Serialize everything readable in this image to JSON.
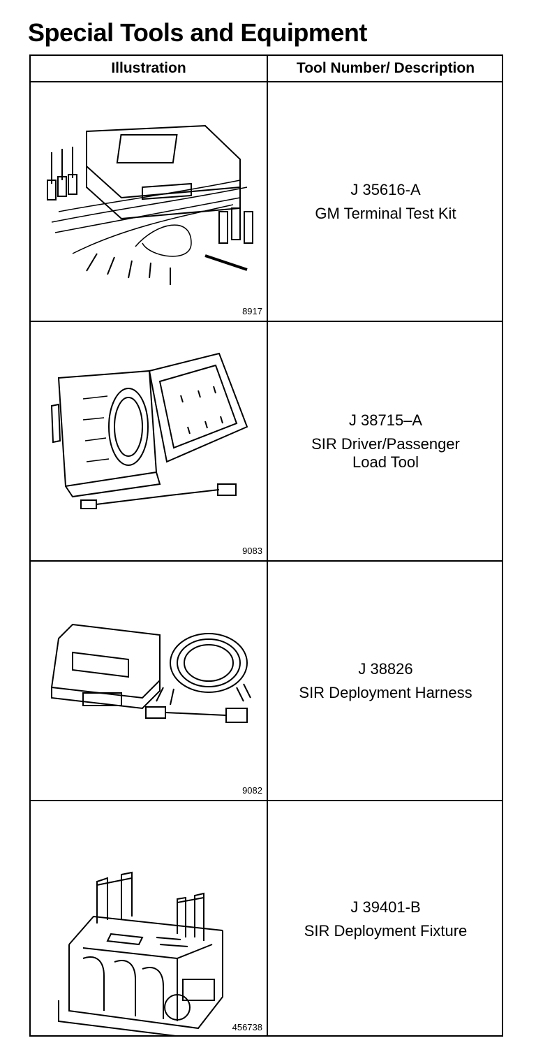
{
  "page_title": "Special Tools and Equipment",
  "table": {
    "header_illustration": "Illustration",
    "header_description": "Tool Number/ Description",
    "rows": [
      {
        "figure": "8917",
        "tool_number": "J 35616-A",
        "description": "GM Terminal Test Kit",
        "icon": "terminal-test-kit-drawing"
      },
      {
        "figure": "9083",
        "tool_number": "J 38715–A",
        "description": "SIR Driver/Passenger Load Tool",
        "icon": "load-tool-case-drawing"
      },
      {
        "figure": "9082",
        "tool_number": "J 38826",
        "description": "SIR Deployment Harness",
        "icon": "deployment-harness-drawing"
      },
      {
        "figure": "456738",
        "tool_number": "J 39401-B",
        "description": "SIR Deployment Fixture",
        "icon": "deployment-fixture-drawing"
      }
    ]
  }
}
